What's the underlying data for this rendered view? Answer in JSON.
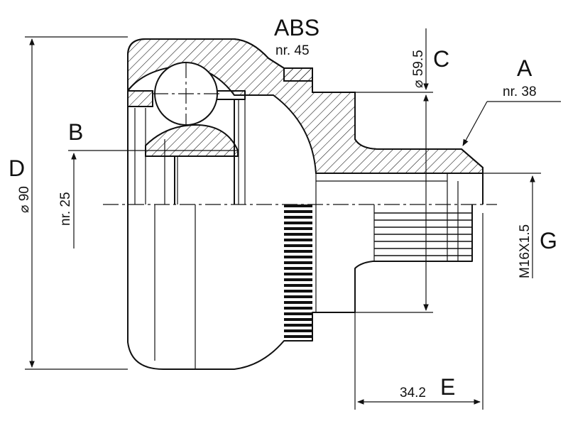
{
  "labels": {
    "abs": "ABS",
    "abs_teeth": "nr. 45",
    "a": "A",
    "a_teeth": "nr. 38",
    "b": "B",
    "b_teeth": "nr. 25",
    "c": "C",
    "c_diameter": "⌀ 59.5",
    "d": "D",
    "d_diameter": "⌀ 90",
    "e": "E",
    "e_length": "34.2",
    "g": "G",
    "g_thread": "M16X1.5"
  }
}
